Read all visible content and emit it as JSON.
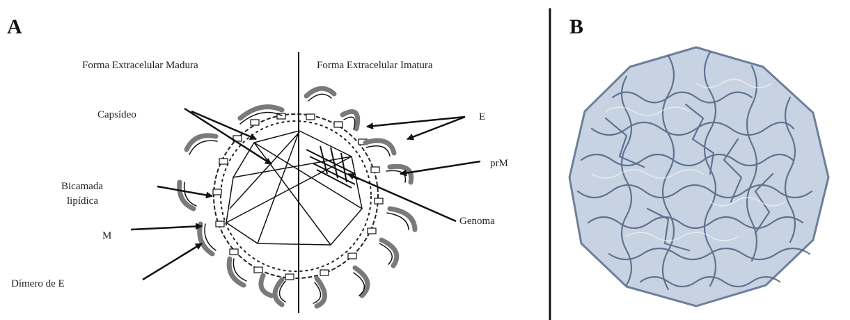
{
  "panels": {
    "a_label": "A",
    "b_label": "B"
  },
  "diagram": {
    "header_left": "Forma Extracelular Madura",
    "header_right": "Forma Extracelular Imatura",
    "labels": {
      "capsid": "Capsídeo",
      "bilayer_line1": "Bicamada",
      "bilayer_line2": "lipídica",
      "m": "M",
      "e_dimer": "Dímero de E",
      "e": "E",
      "prm": "prM",
      "genome": "Genoma"
    }
  },
  "colors": {
    "line": "#111111",
    "segment_gray": "#7a7a7a",
    "virion_fill": "#c7d3e2",
    "virion_ridge": "#4e6283"
  }
}
